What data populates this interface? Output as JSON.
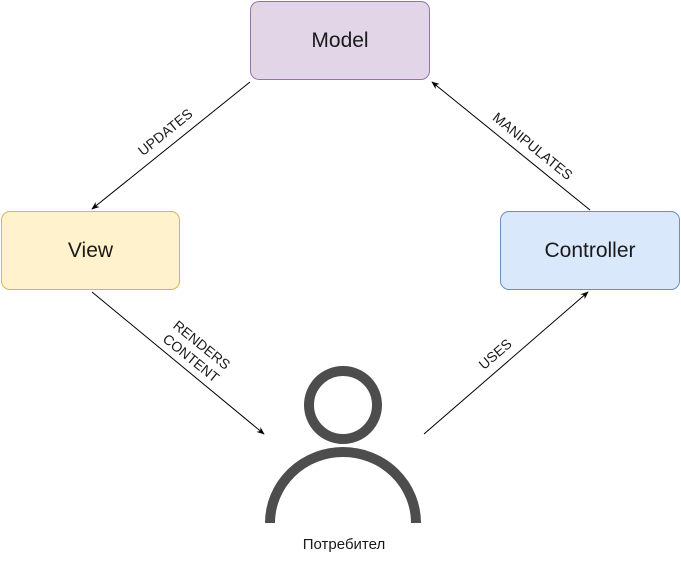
{
  "nodes": {
    "model": {
      "label": "Model",
      "fill": "#e1d5e7",
      "stroke": "#9673a6"
    },
    "view": {
      "label": "View",
      "fill": "#fff2cc",
      "stroke": "#d6b656"
    },
    "controller": {
      "label": "Controller",
      "fill": "#dae8fc",
      "stroke": "#6c8ebf"
    }
  },
  "edges": {
    "updates": {
      "label": "UPDATES"
    },
    "manipulates": {
      "label": "MANIPULATES"
    },
    "renders": {
      "label_line1": "RENDERS",
      "label_line2": "CONTENT"
    },
    "uses": {
      "label": "USES"
    }
  },
  "user": {
    "icon": "user-icon",
    "caption": "Потребител",
    "color": "#4d4d4d"
  }
}
